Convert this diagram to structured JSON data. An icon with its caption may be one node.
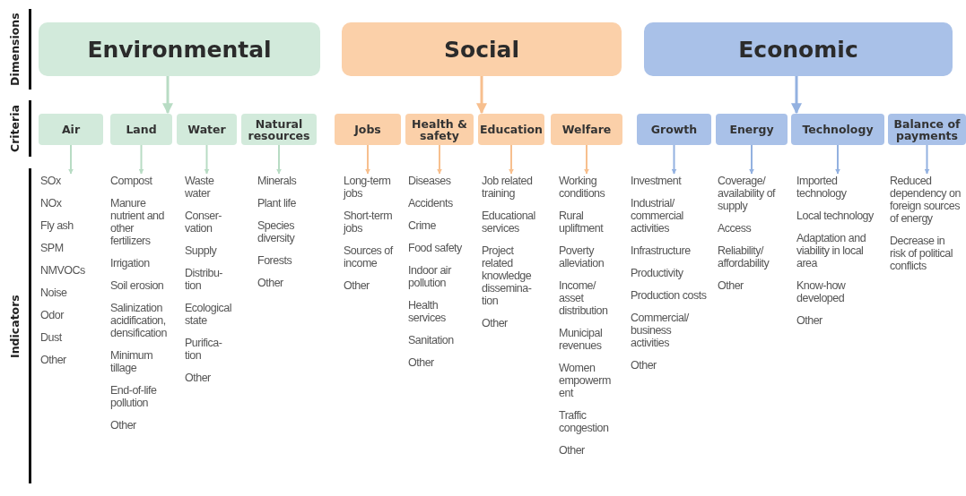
{
  "diagram": {
    "nodes": [
      {
        "text": [
          "Environmental"
        ]
      },
      {
        "text": [
          "Social"
        ]
      },
      {
        "text": [
          "Economic"
        ]
      },
      {
        "text": [
          "Air"
        ]
      },
      {
        "text": [
          "Land"
        ]
      },
      {
        "text": [
          "Water"
        ]
      },
      {
        "text": [
          "Natural resources"
        ]
      },
      {
        "text": [
          "Jobs"
        ]
      },
      {
        "text": [
          "Health & safety"
        ]
      },
      {
        "text": [
          "Education"
        ]
      },
      {
        "text": [
          "Welfare"
        ]
      },
      {
        "text": [
          "Growth"
        ]
      },
      {
        "text": [
          "Energy"
        ]
      },
      {
        "text": [
          "Technology"
        ]
      },
      {
        "text": [
          "Balance of payments"
        ]
      },
      {
        "text": [
          "SOx",
          "NOx",
          "Fly ash",
          "SPM",
          "NMVOCs",
          "Noise",
          "Odor",
          "Dust",
          "Other"
        ]
      },
      {
        "text": [
          "Compost",
          "Manure nutrient and other fertilizers",
          "Irrigation",
          "Soil erosion",
          "Salinization acidification, densification",
          "Minimum tillage",
          "End-of-life pollution",
          "Other"
        ]
      },
      {
        "text": [
          "Waste water",
          "Conser- vation",
          "Supply",
          "Distribu- tion",
          "Ecological state",
          "Purifica- tion",
          "Other"
        ]
      },
      {
        "text": [
          "Minerals",
          "Plant life",
          "Species diversity",
          "Forests",
          "Other"
        ]
      },
      {
        "text": [
          "Long-term jobs",
          "Short-term jobs",
          "Sources of income",
          "Other"
        ]
      },
      {
        "text": [
          "Diseases",
          "Accidents",
          "Crime",
          "Food safety",
          "Indoor air pollution",
          "Health services",
          "Sanitation",
          "Other"
        ]
      },
      {
        "text": [
          "Job related training",
          "Educational services",
          "Project related knowledge dissemina- tion",
          "Other"
        ]
      },
      {
        "text": [
          "Working conditions",
          "Rural upliftment",
          "Poverty alleviation",
          "Income/ asset distribution",
          "Municipal revenues",
          "Women empowerm ent",
          "Traffic congestion",
          "Other"
        ]
      },
      {
        "text": [
          "Investment",
          "Industrial/ commercial activities",
          "Infrastructure",
          "Productivity",
          "Production costs",
          "Commercial/ business activities",
          "Other"
        ]
      },
      {
        "text": [
          "Coverage/ availability of supply",
          "Access",
          "Reliability/ affordability",
          "Other"
        ]
      },
      {
        "text": [
          "Imported technology",
          "Local technology",
          "Adaptation and viability in local area",
          "Know-how developed",
          "Other"
        ]
      },
      {
        "text": [
          "Reduced dependency on foreign sources of energy",
          "Decrease in risk of political conflicts"
        ]
      }
    ],
    "edges": [
      {
        "from": 0,
        "to": 4,
        "arrow": "to",
        "color": "#b8dcc4"
      },
      {
        "from": 1,
        "to": 9,
        "arrow": "to",
        "color": "#f7bf8e"
      },
      {
        "from": 2,
        "to": 13,
        "arrow": "to",
        "color": "#93b1e0"
      },
      {
        "from": 3,
        "to": 15,
        "arrow": "to",
        "color": "#b8dcc4"
      },
      {
        "from": 4,
        "to": 16,
        "arrow": "to",
        "color": "#b8dcc4"
      },
      {
        "from": 5,
        "to": 17,
        "arrow": "to",
        "color": "#b8dcc4"
      },
      {
        "from": 6,
        "to": 18,
        "arrow": "to",
        "color": "#b8dcc4"
      },
      {
        "from": 7,
        "to": 19,
        "arrow": "to",
        "color": "#f7bf8e"
      },
      {
        "from": 8,
        "to": 20,
        "arrow": "to",
        "color": "#f7bf8e"
      },
      {
        "from": 9,
        "to": 21,
        "arrow": "to",
        "color": "#f7bf8e"
      },
      {
        "from": 10,
        "to": 22,
        "arrow": "to",
        "color": "#f7bf8e"
      },
      {
        "from": 11,
        "to": 23,
        "arrow": "to",
        "color": "#93b1e0"
      },
      {
        "from": 12,
        "to": 24,
        "arrow": "to",
        "color": "#93b1e0"
      },
      {
        "from": 13,
        "to": 25,
        "arrow": "to",
        "color": "#93b1e0"
      },
      {
        "from": 14,
        "to": 26,
        "arrow": "to",
        "color": "#93b1e0"
      }
    ],
    "labels": [
      "Dimensions",
      "Criteria",
      "Indicators"
    ]
  }
}
